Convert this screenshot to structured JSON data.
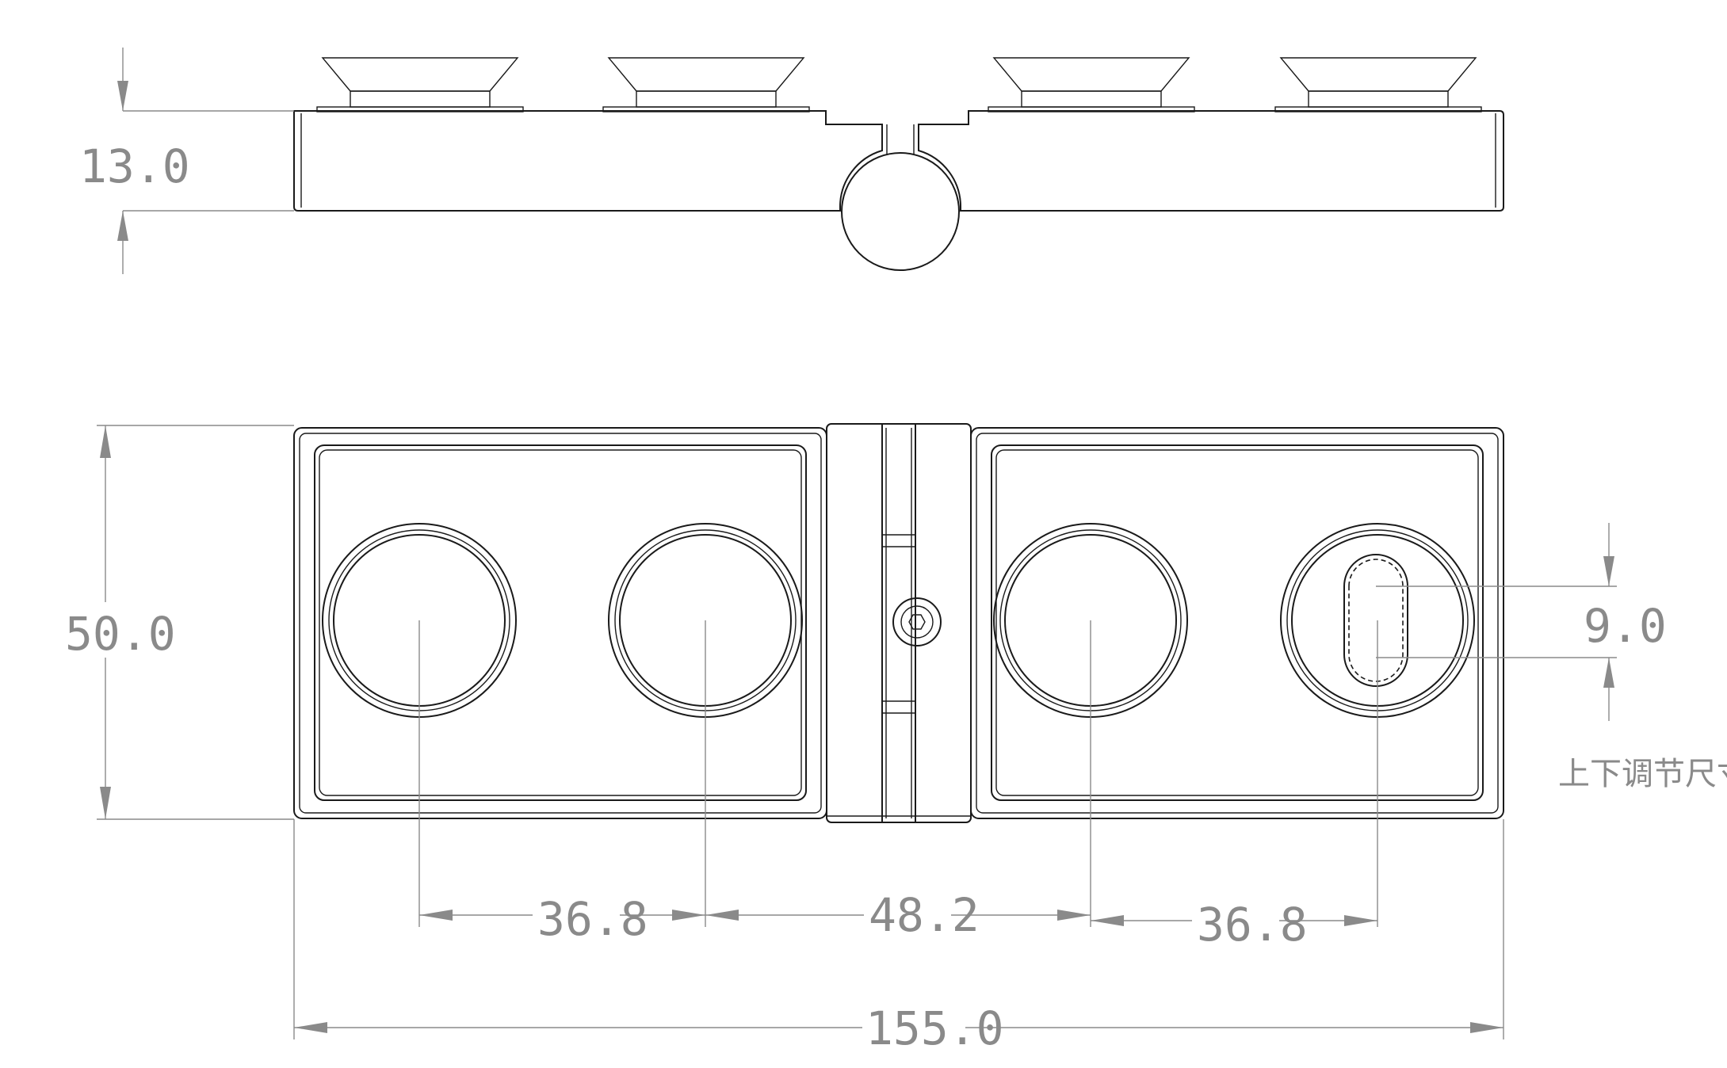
{
  "dimensions": {
    "height_side": "13.0",
    "height_top": "50.0",
    "slot_adjust": "9.0",
    "pitch_left": "36.8",
    "pitch_center": "48.2",
    "pitch_right": "36.8",
    "overall_length": "155.0"
  },
  "notes": {
    "adjustment_label": "上下调节尺寸"
  },
  "colors": {
    "line": "#1a1a1a",
    "dimension": "#8a8a8a",
    "background": "#ffffff"
  }
}
